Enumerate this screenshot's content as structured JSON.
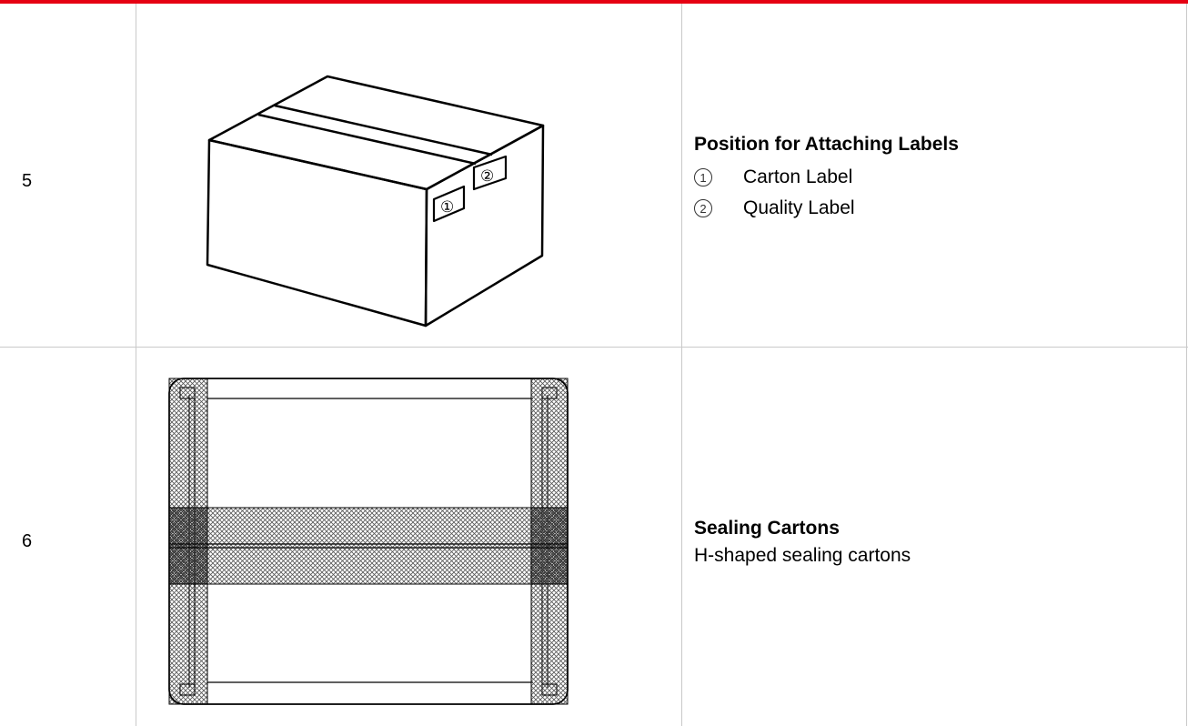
{
  "rows": [
    {
      "number": "5",
      "title": "Position for Attaching Labels",
      "items": [
        {
          "mark": "1",
          "text": "Carton Label"
        },
        {
          "mark": "2",
          "text": "Quality Label"
        }
      ],
      "figure_marks": [
        "①",
        "②"
      ]
    },
    {
      "number": "6",
      "title": "Sealing Cartons",
      "text": "H-shaped sealing cartons"
    }
  ],
  "colors": {
    "accent": "#e60012",
    "grid": "#c9c9c9"
  },
  "icons": [
    "carton-box-drawing",
    "sealed-carton-top-view"
  ]
}
